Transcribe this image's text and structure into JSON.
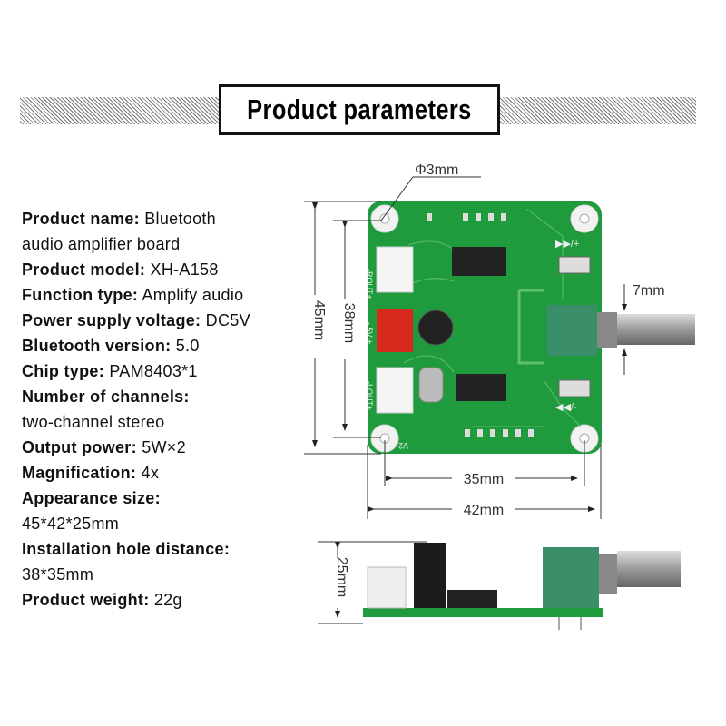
{
  "title": "Product parameters",
  "specs": [
    {
      "label": "Product name:",
      "value": "Bluetooth"
    },
    {
      "label": "",
      "value": "audio amplifier board"
    },
    {
      "label": "Product model:",
      "value": "XH-A158"
    },
    {
      "label": "Function type:",
      "value": "Amplify audio"
    },
    {
      "label": "Power supply voltage:",
      "value": "DC5V"
    },
    {
      "label": "Bluetooth version:",
      "value": "5.0"
    },
    {
      "label": "Chip type:",
      "value": "PAM8403*1"
    },
    {
      "label": "Number of channels:",
      "value": ""
    },
    {
      "label": "",
      "value": "two-channel stereo"
    },
    {
      "label": "Output power:",
      "value": "5W×2"
    },
    {
      "label": "Magnification:",
      "value": "4x"
    },
    {
      "label": "Appearance size:",
      "value": ""
    },
    {
      "label": "",
      "value": "45*42*25mm"
    },
    {
      "label": "Installation hole distance:",
      "value": ""
    },
    {
      "label": "",
      "value": "38*35mm"
    },
    {
      "label": "Product weight:",
      "value": "22g"
    }
  ],
  "dimensions": {
    "hole": "Φ3mm",
    "height_outer": "45mm",
    "height_holes": "38mm",
    "shaft": "7mm",
    "width_holes": "35mm",
    "width_outer": "42mm",
    "thickness": "25mm"
  },
  "board_labels": {
    "rout": "-ROUT+",
    "power": "- 5V +",
    "lout": "-LOUT+",
    "version": "V2",
    "next": "▶▶/+",
    "prev": "◀◀/-"
  },
  "colors": {
    "pcb": "#1f9a3c",
    "pcb_dark": "#137a2c",
    "connector_power": "#d62a1f",
    "potentiometer": "#3a8f6a"
  }
}
